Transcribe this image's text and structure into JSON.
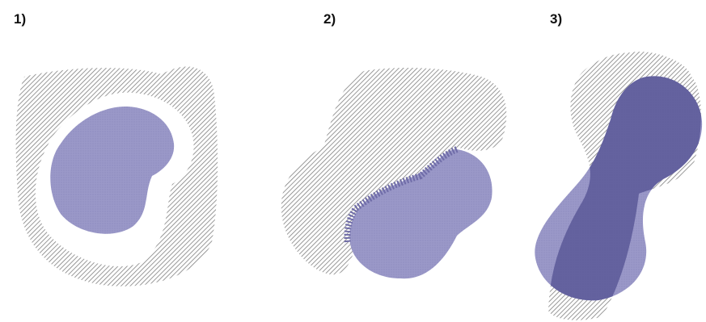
{
  "panels": [
    {
      "label": "1)",
      "relation": "enclosure"
    },
    {
      "label": "2)",
      "relation": "touching"
    },
    {
      "label": "3)",
      "relation": "overlap"
    }
  ],
  "colors": {
    "hatch_background": "#ffffff",
    "hatch_line": "#7f7f7f",
    "blob_fill": "#9a98c8",
    "blob_stipple": "#8886bb",
    "overlap_fill": "#5a5898",
    "contact_seam": "#6f6ca8",
    "gap_fill": "#ffffff"
  }
}
